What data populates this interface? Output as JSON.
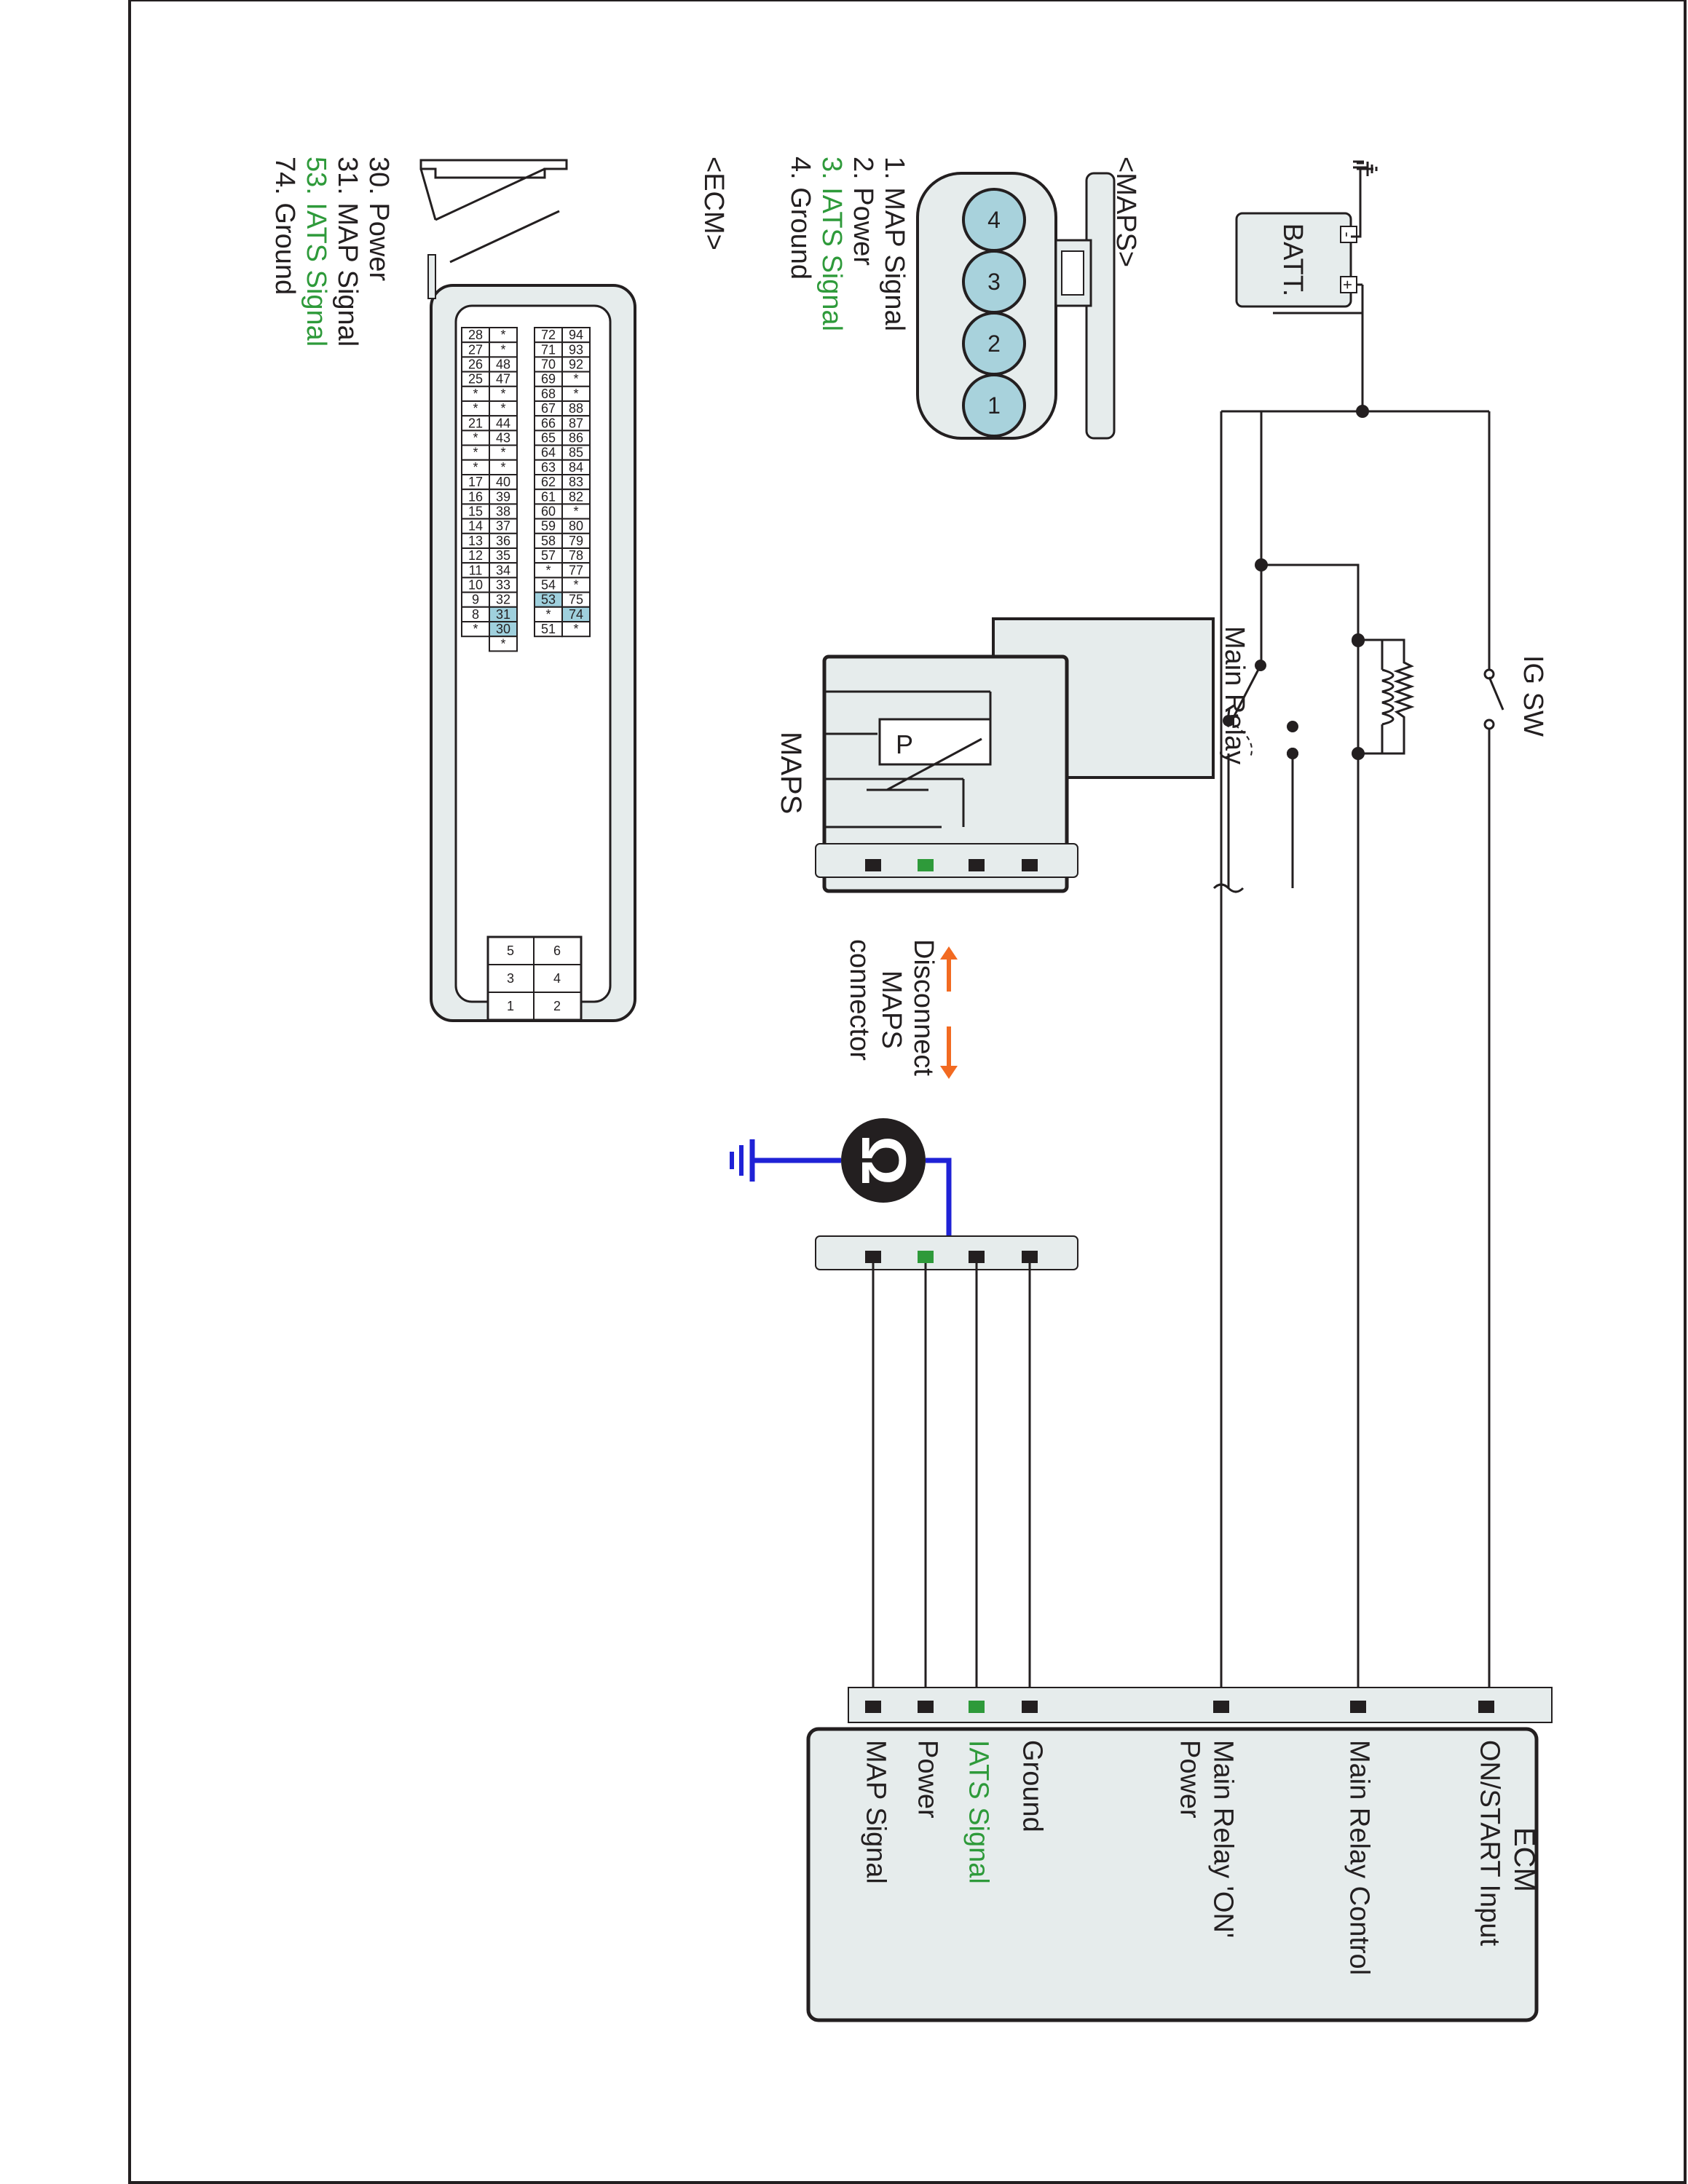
{
  "colors": {
    "ink": "#231f20",
    "signal_green": "#2e9a3a",
    "wire_blue": "#1f22d6",
    "arrow_orange": "#f26a21",
    "pin_highlight": "#9fd0dd",
    "panel_fill": "#e6ecec",
    "connector_fill": "#a8d2dc"
  },
  "labels": {
    "battery": "BATT.",
    "plus": "+",
    "minus": "-",
    "ig_sw": "IG SW",
    "main_relay": "Main Relay",
    "maps_component": "MAPS",
    "p_symbol": "P",
    "disconnect": [
      "Disconnect",
      "MAPS",
      "connector"
    ],
    "ecm_box_title": "ECM"
  },
  "ecm_terminals": [
    {
      "text": "ON/START Input",
      "lines": [
        "ON/START Input"
      ],
      "green": false
    },
    {
      "text": "Main Relay Control",
      "lines": [
        "Main Relay Control"
      ],
      "green": false
    },
    {
      "text": "Main Relay 'ON' Power",
      "lines": [
        "Main Relay 'ON'",
        "Power"
      ],
      "green": false
    },
    {
      "text": "Ground",
      "lines": [
        "Ground"
      ],
      "green": false
    },
    {
      "text": "IATS Signal",
      "lines": [
        "IATS Signal"
      ],
      "green": true
    },
    {
      "text": "Power",
      "lines": [
        "Power"
      ],
      "green": false
    },
    {
      "text": "MAP Signal",
      "lines": [
        "MAP Signal"
      ],
      "green": false
    }
  ],
  "maps_connector": {
    "title": "<MAPS>",
    "pins": [
      "4",
      "3",
      "2",
      "1"
    ],
    "list": [
      {
        "text": "1. MAP Signal",
        "green": false
      },
      {
        "text": "2. Power",
        "green": false
      },
      {
        "text": "3. IATS Signal",
        "green": true
      },
      {
        "text": "4. Ground",
        "green": false
      }
    ]
  },
  "ecm_connector": {
    "title": "<ECM>",
    "list": [
      {
        "text": "30. Power",
        "green": false
      },
      {
        "text": "31. MAP Signal",
        "green": false
      },
      {
        "text": "53. IATS Signal",
        "green": true
      },
      {
        "text": "74. Ground",
        "green": false
      }
    ],
    "upper_block": [
      [
        "94",
        "93",
        "92",
        "*",
        "*",
        "88",
        "87",
        "86",
        "85",
        "84",
        "83",
        "82",
        "*",
        "80",
        "79",
        "78",
        "77",
        "*",
        "75",
        "74",
        "*"
      ],
      [
        "72",
        "71",
        "70",
        "69",
        "68",
        "67",
        "66",
        "65",
        "64",
        "63",
        "62",
        "61",
        "60",
        "59",
        "58",
        "57",
        "*",
        "54",
        "53",
        "*",
        "51"
      ]
    ],
    "lower_block": [
      [
        "*",
        "*",
        "48",
        "47",
        "*",
        "*",
        "44",
        "43",
        "*",
        "*",
        "40",
        "39",
        "38",
        "37",
        "36",
        "35",
        "34",
        "33",
        "32",
        "31",
        "30",
        "*"
      ],
      [
        "28",
        "27",
        "26",
        "25",
        "*",
        "*",
        "21",
        "*",
        "*",
        "*",
        "17",
        "16",
        "15",
        "14",
        "13",
        "12",
        "11",
        "10",
        "9",
        "8",
        "*"
      ]
    ],
    "aux_block": [
      [
        "6",
        "5"
      ],
      [
        "4",
        "3"
      ],
      [
        "2",
        "1"
      ]
    ],
    "highlighted_pins": [
      "74",
      "53",
      "31",
      "30"
    ]
  }
}
